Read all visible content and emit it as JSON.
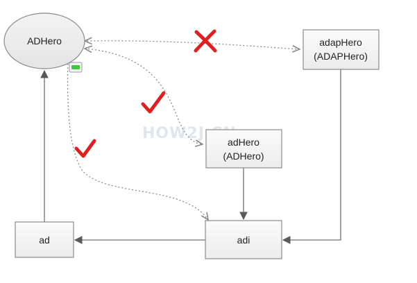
{
  "diagram": {
    "nodes": {
      "adhero_ellipse": {
        "label": "ADHero",
        "shape": "ellipse"
      },
      "adaphero_box": {
        "line1": "adapHero",
        "line2": "(ADAPHero)"
      },
      "adhero_box": {
        "line1": "adHero",
        "line2": "(ADHero)"
      },
      "adi_box": {
        "label": "adi"
      },
      "ad_box": {
        "label": "ad"
      }
    },
    "edges": [
      {
        "from": "adaphero_box",
        "to": "adhero_ellipse",
        "style": "dotted",
        "mark": "cross"
      },
      {
        "from": "adhero_ellipse",
        "to": "adhero_box",
        "style": "dotted",
        "mark": "check"
      },
      {
        "from": "adhero_ellipse",
        "to": "adi_box",
        "style": "dotted",
        "mark": "check"
      },
      {
        "from": "adhero_box",
        "to": "adi_box",
        "style": "solid"
      },
      {
        "from": "adaphero_box",
        "to": "adi_box",
        "style": "solid"
      },
      {
        "from": "adi_box",
        "to": "ad_box",
        "style": "solid"
      },
      {
        "from": "ad_box",
        "to": "adhero_ellipse",
        "style": "solid"
      }
    ],
    "watermark": "HOW2J.CN",
    "colors": {
      "box_fill": "#f4f4f4",
      "box_stroke": "#8a8a8a",
      "ellipse_fill": "#ececec",
      "line": "#707070",
      "cross": "#e02020",
      "check": "#e02020",
      "badge": "#3cc83c"
    }
  }
}
